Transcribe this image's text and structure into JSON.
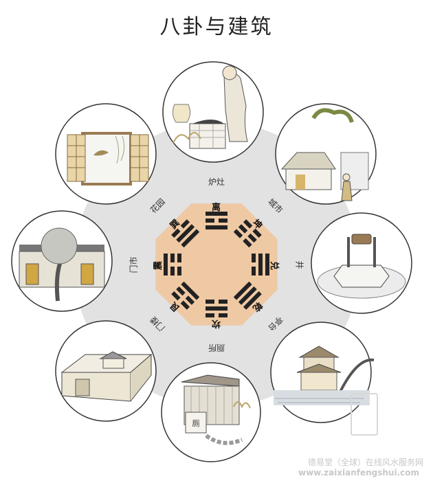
{
  "title": "八卦与建筑",
  "bagua": {
    "trigrams": [
      {
        "name": "离",
        "symbol": "☲",
        "position_label": "炉灶",
        "illustration": "stove"
      },
      {
        "name": "坤",
        "symbol": "☷",
        "position_label": "城市",
        "illustration": "market"
      },
      {
        "name": "兑",
        "symbol": "☱",
        "position_label": "井",
        "illustration": "well"
      },
      {
        "name": "乾",
        "symbol": "☰",
        "position_label": "亭台",
        "illustration": "pavilion"
      },
      {
        "name": "坎",
        "symbol": "☵",
        "position_label": "厕所",
        "illustration": "toilet"
      },
      {
        "name": "艮",
        "symbol": "☶",
        "position_label": "门楼",
        "illustration": "gatehouse"
      },
      {
        "name": "震",
        "symbol": "☳",
        "position_label": "门市",
        "illustration": "storefront"
      },
      {
        "name": "巽",
        "symbol": "☴",
        "position_label": "花园",
        "illustration": "window"
      }
    ]
  },
  "colors": {
    "center": "#eec9a4",
    "ring": "#e2e2e2",
    "line": "#222222"
  },
  "watermark": {
    "cn": "德易堂（全球）在线风水服务网",
    "url": "www.zaixianfengshui.com"
  },
  "toilet_sign": "厕"
}
